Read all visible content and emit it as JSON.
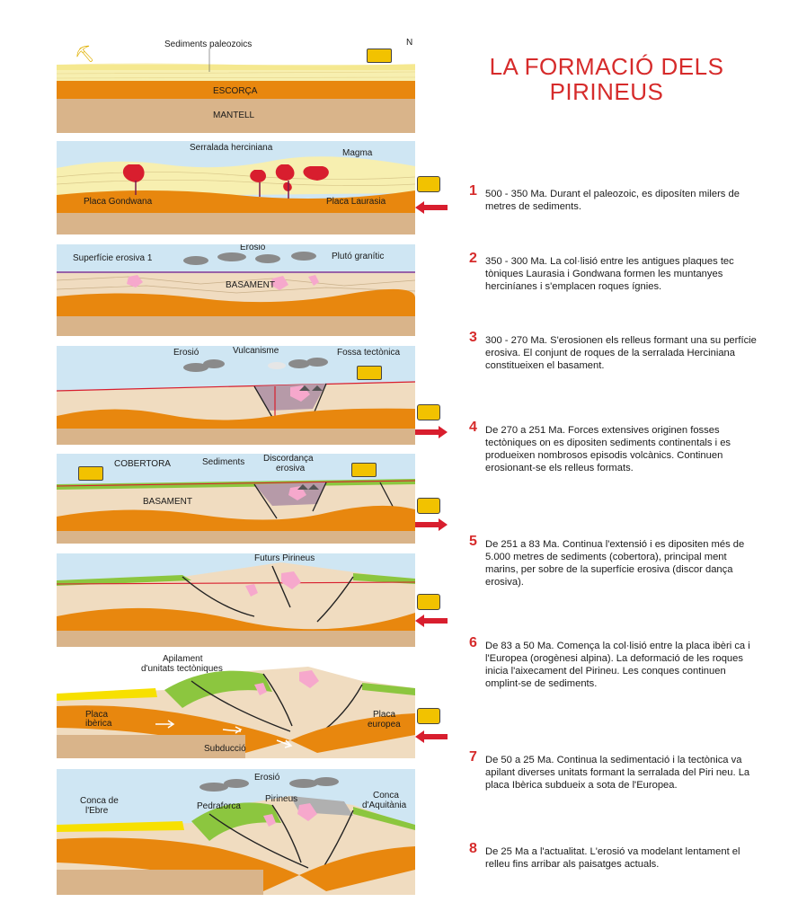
{
  "title_line1": "LA FORMACIÓ DELS",
  "title_line2": "PIRINEUS",
  "panels": [
    {
      "labels": [
        "Sediments paleozoics",
        "N",
        "ESCORÇA",
        "MANTELL"
      ]
    },
    {
      "labels": [
        "Serralada herciniana",
        "Magma",
        "Placa Gondwana",
        "Placa Laurasia"
      ]
    },
    {
      "labels": [
        "Erosió",
        "Superfície erosiva 1",
        "Plutó granític",
        "BASAMENT"
      ]
    },
    {
      "labels": [
        "Erosió",
        "Vulcanisme",
        "Fossa tectònica"
      ]
    },
    {
      "labels": [
        "COBERTORA",
        "Sediments",
        "Discordança",
        "erosiva",
        "BASAMENT"
      ]
    },
    {
      "labels": [
        "Futurs Pirineus"
      ]
    },
    {
      "labels": [
        "Apilament",
        "d'unitats tectòniques",
        "Placa",
        "ibèrica",
        "Placa",
        "europea",
        "Subducció"
      ]
    },
    {
      "labels": [
        "Erosió",
        "Conca de",
        "l'Ebre",
        "Pedraforca",
        "Pirineus",
        "Conca",
        "d'Aquitània"
      ]
    }
  ],
  "steps": [
    {
      "num": "1",
      "text": "500 - 350 Ma. Durant el paleozoic, es diposíten milers de metres de sediments."
    },
    {
      "num": "2",
      "text": "350 - 300 Ma. La col·lisió entre les antigues plaques tec tòniques Laurasia i Gondwana formen les muntanyes herciníanes i s'emplacen roques ígnies."
    },
    {
      "num": "3",
      "text": "300 - 270 Ma. S'erosionen els relleus formant una su perfície erosiva. El conjunt de roques de la serralada Herciniana constitueixen el basament."
    },
    {
      "num": "4",
      "text": "De 270 a 251 Ma. Forces extensives originen fosses tectòniques on es dipositen sediments continentals i es produeixen nombrosos episodis volcànics. Continuen erosionant-se els relleus formats."
    },
    {
      "num": "5",
      "text": "De 251 a 83 Ma. Continua l'extensió i es dipositen més de 5.000 metres de sediments (cobertora), principal ment marins, per sobre de la superfície erosiva (discor dança erosiva)."
    },
    {
      "num": "6",
      "text": "De 83 a 50 Ma. Comença la col·lisió entre la placa ibèri ca i l'Europea (orogènesi alpina). La deformació de les roques inicia l'aixecament del Pirineu. Les conques continuen omplint-se de sediments."
    },
    {
      "num": "7",
      "text": "De 50 a 25 Ma. Continua la sedimentació i la tectònica va apilant diverses unitats formant la serralada del Piri neu. La placa Ibèrica subdueix a sota de l'Europea."
    },
    {
      "num": "8",
      "text": "De 25 Ma a l'actualitat. L'erosió va modelant lentament el relleu fins arribar als paisatges actuals."
    }
  ],
  "colors": {
    "sky": "#cfe6f3",
    "sediment": "#f7efb0",
    "crust": "#e8870e",
    "mantle": "#d9b48a",
    "basement": "#f0dcc0",
    "granite": "#f6a8cc",
    "magma": "#d81e2e",
    "cover": "#8cc63f",
    "title": "#d62b2b",
    "arrow": "#d81e2e"
  },
  "icons": [
    "excavator-icon",
    "bulldozer-icon",
    "tractor-icon",
    "arrow-left-icon",
    "arrow-right-icon",
    "cloud-icon"
  ]
}
